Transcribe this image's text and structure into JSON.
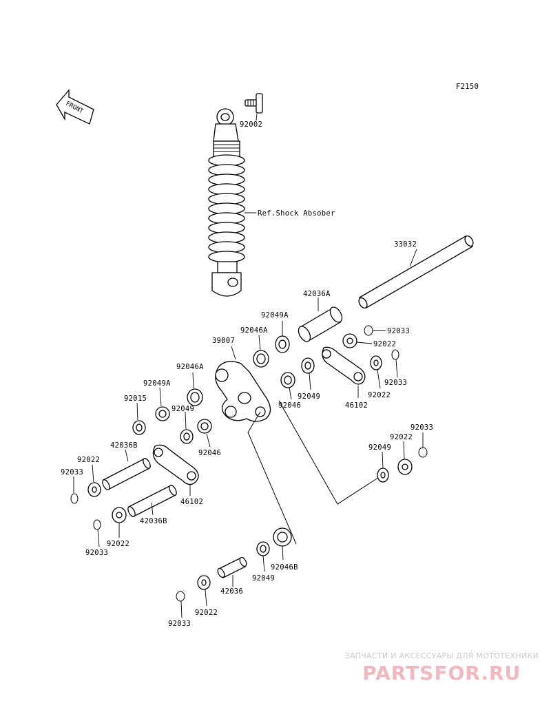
{
  "figure_code": "F2150",
  "front_arrow_label": "FRONT",
  "ref_label": "Ref.Shock Absober",
  "part_numbers": {
    "p92002": "92002",
    "p33032": "33032",
    "p42036A": "42036A",
    "p92049A_top": "92049A",
    "p92033_a": "92033",
    "p92046A_top": "92046A",
    "p92022_a": "92022",
    "p39007": "39007",
    "p92033_b": "92033",
    "p92046A_left": "92046A",
    "p92022_b": "92022",
    "p92049_mid": "92049",
    "p46102_right": "46102",
    "p92046_mid": "92046",
    "p92049A_left": "92049A",
    "p92015": "92015",
    "p92049_left": "92049",
    "p92046_left": "92046",
    "p92033_c": "92033",
    "p92022_c": "92022",
    "p92049_right": "92049",
    "p42036B_top": "42036B",
    "p92022_d": "92022",
    "p92033_d": "92033",
    "p46102_left": "46102",
    "p42036B_bottom": "42036B",
    "p92022_e": "92022",
    "p92033_e": "92033",
    "p92046B": "92046B",
    "p92049_bottom": "92049",
    "p42036": "42036",
    "p92022_f": "92022",
    "p92033_f": "92033"
  },
  "watermark": {
    "caption": "ЗАПЧАСТИ И АКСЕССУАРЫ ДЛЯ МОТОТЕХНИКИ",
    "logo": "PARTSFOR.RU",
    "color": "#f2b8c0"
  }
}
